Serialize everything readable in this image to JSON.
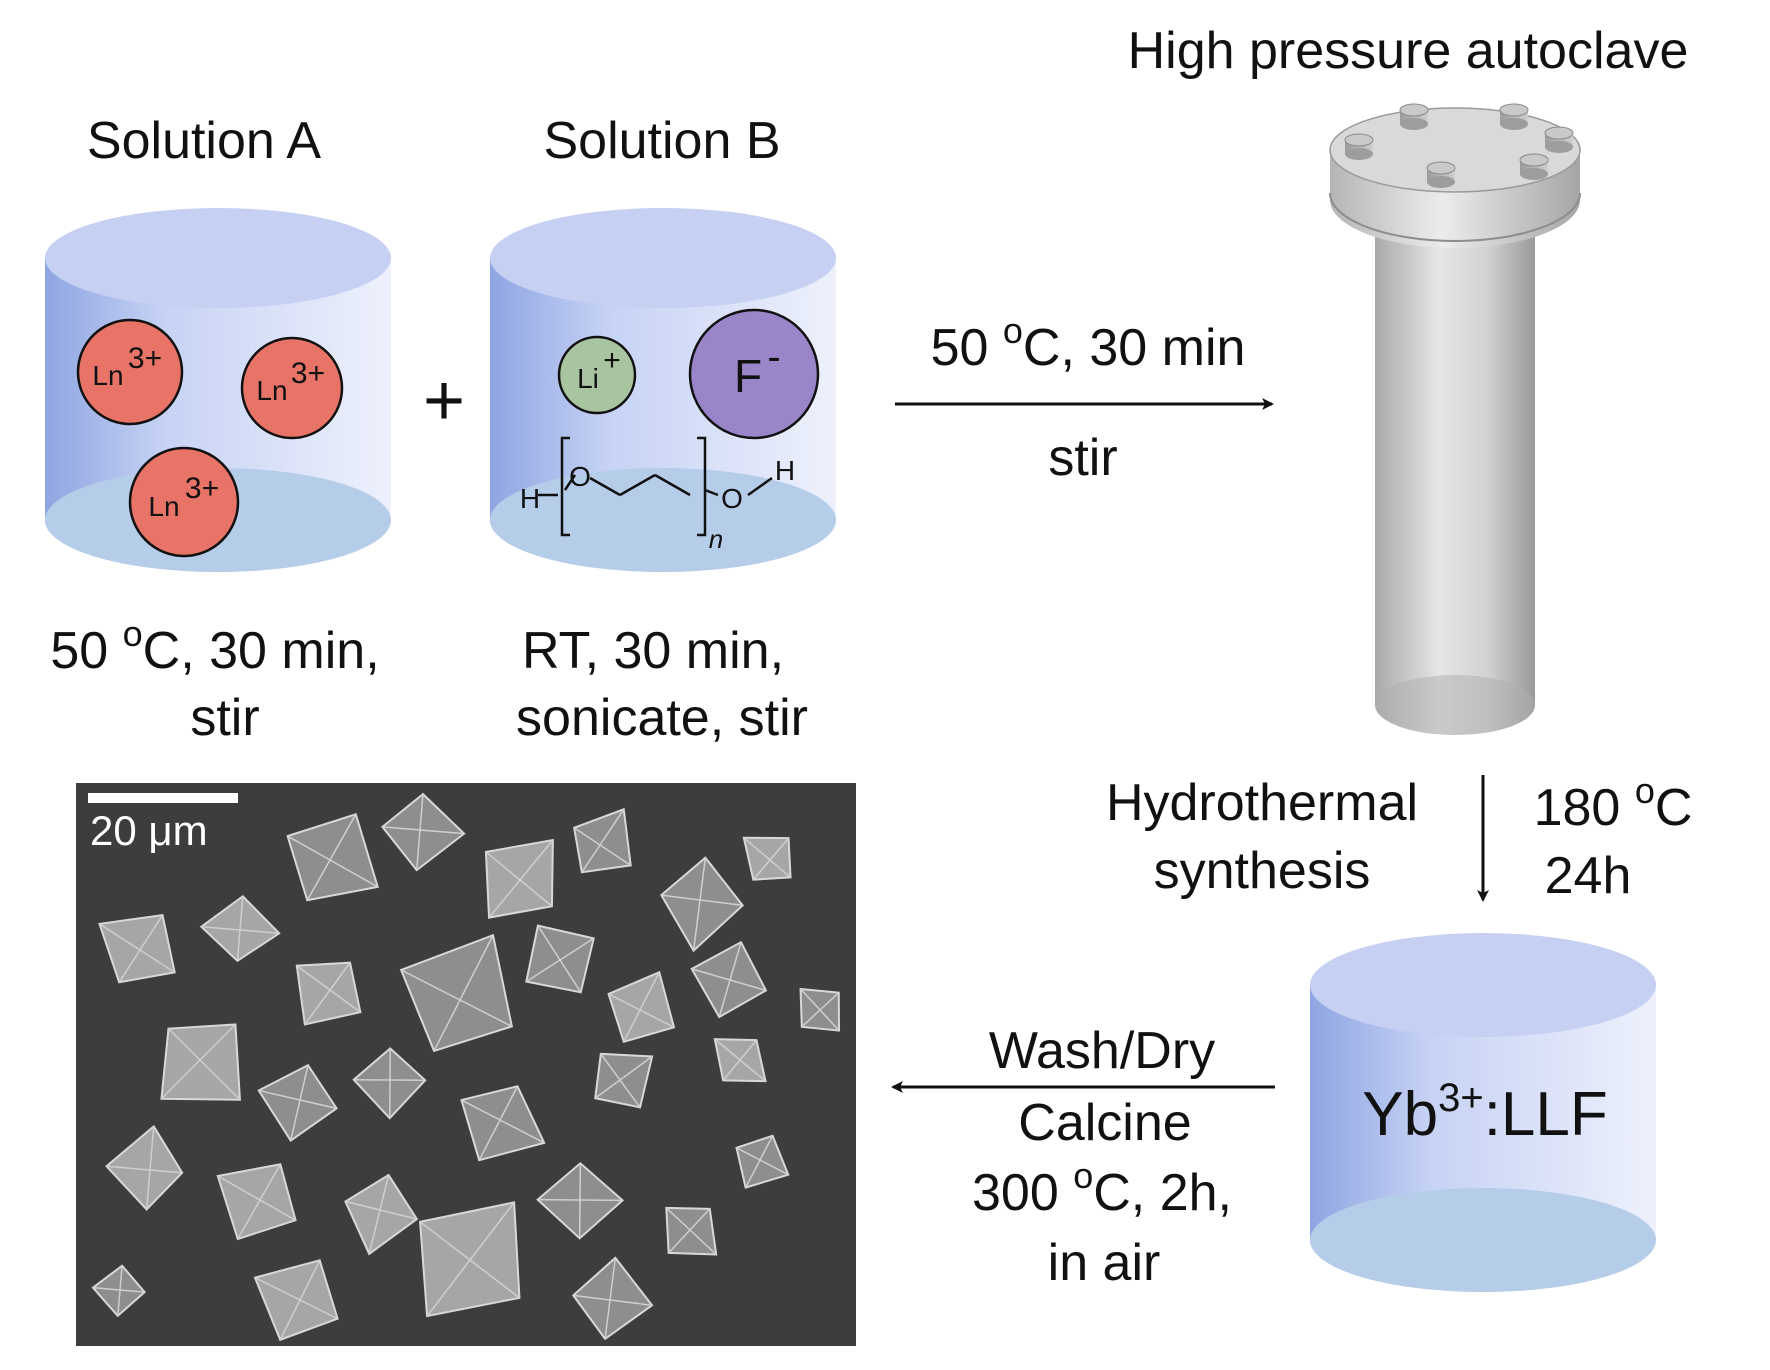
{
  "title": "High pressure autoclave",
  "solution_a": {
    "label": "Solution A",
    "ion": "Ln",
    "ion_charge": "3+",
    "condition_line1": "50 ",
    "condition_deg": "o",
    "condition_line1_rest": "C, 30 min,",
    "condition_line2": "stir"
  },
  "plus": "+",
  "solution_b": {
    "label": "Solution B",
    "li": "Li",
    "li_charge": "+",
    "f": "F",
    "f_charge": "-",
    "peg_h_left": "H",
    "peg_o_left": "O",
    "peg_o_right": "O",
    "peg_h_right": "H",
    "peg_n": "n",
    "condition_line1": "RT, 30 min,",
    "condition_line2": "sonicate, stir"
  },
  "arrow1": {
    "top_num": "50 ",
    "top_deg": "o",
    "top_rest": "C, 30 min",
    "bottom": "stir"
  },
  "hydrothermal": {
    "left_line1": "Hydrothermal",
    "left_line2": "synthesis",
    "right_num": "180 ",
    "right_deg": "o",
    "right_unit": "C",
    "right_line2": "24h"
  },
  "product": {
    "main": "Yb",
    "charge": "3+",
    "rest": ":LLF"
  },
  "arrow2": {
    "line1": "Wash/Dry",
    "line2": "Calcine",
    "line3_num": "300 ",
    "line3_deg": "o",
    "line3_rest": "C, 2h,",
    "line4": "in air"
  },
  "sem": {
    "scale_label": "20 μm"
  },
  "colors": {
    "beaker_side_dark": "#9aaee6",
    "beaker_side_light": "#e6ebfb",
    "beaker_top": "#c3cff2",
    "liquid": "#b4ccec",
    "ln_fill": "#e87468",
    "li_fill": "#a9c4a0",
    "f_fill": "#9b85c9",
    "sem_bg": "#3f3f3f"
  }
}
